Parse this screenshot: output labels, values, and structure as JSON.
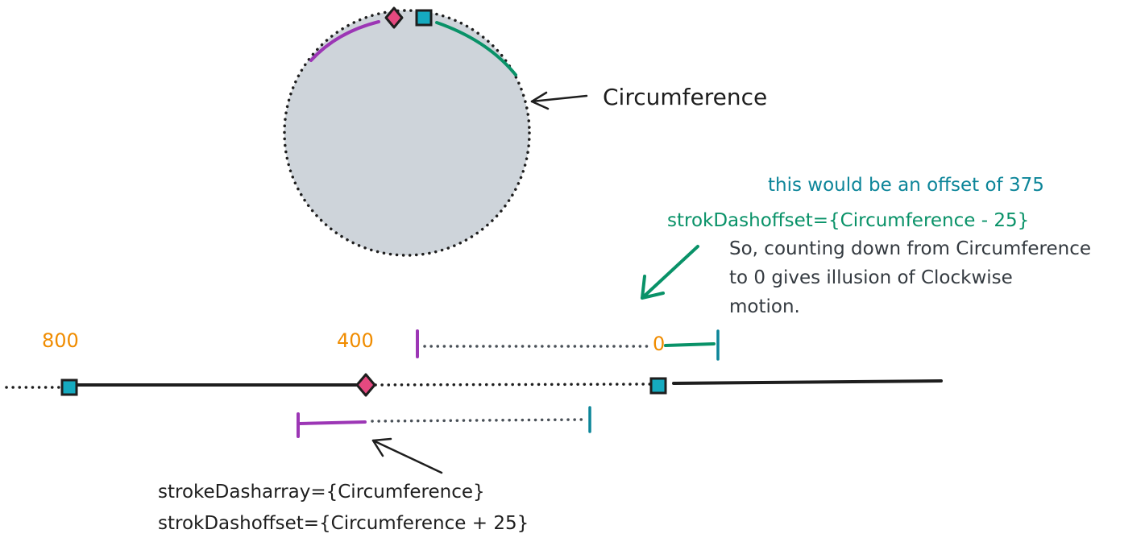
{
  "colors": {
    "ink": "#1e1e1e",
    "circle_fill": "#ced4da",
    "purple": "#9c36b5",
    "green": "#099268",
    "teal": "#0c8599",
    "teal_fill": "#15aabf",
    "pink": "#e64980",
    "orange": "#f08c00",
    "dotted_gray": "#495057",
    "note_dark": "#343a40"
  },
  "labels": {
    "circumference": "Circumference",
    "offset_375": "this would be an offset of 375",
    "strok_minus": "strokDashoffset={Circumference - 25}",
    "note_line1": "So, counting down from Circumference",
    "note_line2": "to 0 gives illusion of Clockwise",
    "note_line3": "motion.",
    "num_800": "800",
    "num_400": "400",
    "num_0": "0",
    "dasharray": "strokeDasharray={Circumference}",
    "strok_plus": "strokDashoffset={Circumference + 25}"
  },
  "icons": {
    "diamond": "pink-diamond-marker-icon",
    "square": "teal-square-marker-icon",
    "arrow": "arrow-icon"
  }
}
